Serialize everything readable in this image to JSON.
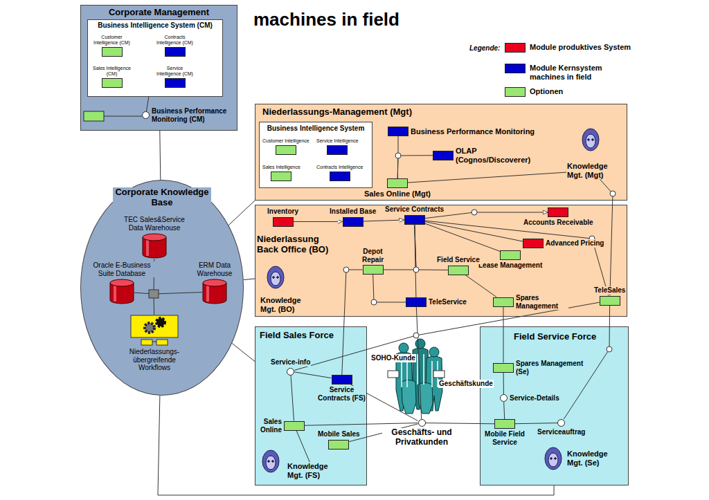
{
  "diagram": {
    "title": "machines in field",
    "nodes": [
      {
        "text": [
          "Corporate Management"
        ]
      },
      {
        "text": [
          "Business Intelligence System (CM)"
        ],
        "in": 0
      },
      {
        "text": [
          "Customer Intelligence (CM)"
        ],
        "in": 1
      },
      {
        "text": [
          "Contracts Intelligence (CM)"
        ],
        "in": 1
      },
      {
        "text": [
          "Sales Intelligence (CM)"
        ],
        "in": 1
      },
      {
        "text": [
          "Service Intelligence (CM)"
        ],
        "in": 1
      },
      {
        "text": [
          "Business Performance Monitoring (CM)"
        ],
        "in": 0
      },
      {
        "text": [
          "Niederlassungs-Management (Mgt)"
        ]
      },
      {
        "text": [
          "Business Intelligence System"
        ],
        "in": 7
      },
      {
        "text": [
          "Customer Intelligence"
        ],
        "in": 8
      },
      {
        "text": [
          "Service Intelligence"
        ],
        "in": 8
      },
      {
        "text": [
          "Sales Intelligence"
        ],
        "in": 8
      },
      {
        "text": [
          "Contracts Intelligence"
        ],
        "in": 8
      },
      {
        "text": [
          "Business Performance Monitoring"
        ],
        "in": 7
      },
      {
        "text": [
          "OLAP (Cognos/Discoverer)"
        ],
        "in": 7
      },
      {
        "text": [
          "Sales Online (Mgt)"
        ],
        "in": 7
      },
      {
        "text": [
          "Knowledge Mgt. (Mgt)"
        ],
        "in": 7
      },
      {
        "text": [
          "Niederlassung Back Office (BO)"
        ]
      },
      {
        "text": [
          "Inventory"
        ],
        "in": 17
      },
      {
        "text": [
          "Installed Base"
        ],
        "in": 17
      },
      {
        "text": [
          "Service Contracts"
        ],
        "in": 17
      },
      {
        "text": [
          "Accounts Receivable"
        ],
        "in": 17
      },
      {
        "text": [
          "Advanced Pricing"
        ],
        "in": 17
      },
      {
        "text": [
          "Lease Management"
        ],
        "in": 17
      },
      {
        "text": [
          "Depot Repair"
        ],
        "in": 17
      },
      {
        "text": [
          "Field Service"
        ],
        "in": 17
      },
      {
        "text": [
          "Spares Management"
        ],
        "in": 17
      },
      {
        "text": [
          "TeleService"
        ],
        "in": 17
      },
      {
        "text": [
          "TeleSales"
        ],
        "in": 17
      },
      {
        "text": [
          "Knowledge Mgt. (BO)"
        ],
        "in": 17
      },
      {
        "text": [
          "Corporate Knowledge Base"
        ]
      },
      {
        "text": [
          "TEC Sales&Service Data Warehouse"
        ],
        "in": 30
      },
      {
        "text": [
          "Oracle E-Business Suite Database"
        ],
        "in": 30
      },
      {
        "text": [
          "ERM Data Warehouse"
        ],
        "in": 30
      },
      {
        "text": [
          "Niederlassungs- übergreifende Workflows"
        ],
        "in": 30
      },
      {
        "text": [
          "Field Sales Force"
        ]
      },
      {
        "text": [
          "Service-info"
        ],
        "in": 35
      },
      {
        "text": [
          "Service Contracts (FS)"
        ],
        "in": 35
      },
      {
        "text": [
          "Sales Online"
        ],
        "in": 35
      },
      {
        "text": [
          "Mobile Sales"
        ],
        "in": 35
      },
      {
        "text": [
          "Knowledge Mgt. (FS)"
        ],
        "in": 35
      },
      {
        "text": [
          "Field Service Force"
        ]
      },
      {
        "text": [
          "Spares Management (Se)"
        ],
        "in": 41
      },
      {
        "text": [
          "Service-Details"
        ],
        "in": 41
      },
      {
        "text": [
          "Mobile Field Service"
        ],
        "in": 41
      },
      {
        "text": [
          "Serviceauftrag"
        ],
        "in": 41
      },
      {
        "text": [
          "Knowledge Mgt. (Se)"
        ],
        "in": 41
      },
      {
        "text": [
          "Geschäfts- und Privatkunden"
        ]
      }
    ],
    "edges": [
      {
        "from": 0,
        "to": 30,
        "arrow": "none"
      },
      {
        "from": 1,
        "to": 6,
        "arrow": "none"
      },
      {
        "from": 30,
        "to": 7,
        "arrow": "none"
      },
      {
        "from": 30,
        "to": 17,
        "arrow": "none"
      },
      {
        "from": 30,
        "to": 35,
        "arrow": "none"
      },
      {
        "from": 30,
        "to": 41,
        "arrow": "none"
      },
      {
        "from": 13,
        "to": 15,
        "arrow": "none"
      },
      {
        "from": 14,
        "to": 15,
        "arrow": "none"
      },
      {
        "from": 15,
        "to": 16,
        "arrow": "none"
      },
      {
        "from": 16,
        "to": 28,
        "arrow": "none"
      },
      {
        "from": 18,
        "to": 19,
        "arrow": "to"
      },
      {
        "from": 19,
        "to": 20,
        "arrow": "to"
      },
      {
        "from": 20,
        "to": 21,
        "arrow": "to"
      },
      {
        "from": 20,
        "to": 22,
        "arrow": "none"
      },
      {
        "from": 20,
        "to": 23,
        "arrow": "none"
      },
      {
        "from": 20,
        "to": 28,
        "arrow": "none"
      },
      {
        "from": 20,
        "to": 24,
        "arrow": "none"
      },
      {
        "from": 20,
        "to": 25,
        "arrow": "none"
      },
      {
        "from": 20,
        "to": 27,
        "arrow": "none"
      },
      {
        "from": 24,
        "to": 27,
        "arrow": "none"
      },
      {
        "from": 25,
        "to": 26,
        "arrow": "none"
      },
      {
        "from": 26,
        "to": 42,
        "arrow": "none"
      },
      {
        "from": 27,
        "to": 47,
        "arrow": "none"
      },
      {
        "from": 24,
        "to": 37,
        "arrow": "none"
      },
      {
        "from": 36,
        "to": 37,
        "arrow": "none"
      },
      {
        "from": 36,
        "to": 38,
        "arrow": "none"
      },
      {
        "from": 38,
        "to": 40,
        "arrow": "none"
      },
      {
        "from": 38,
        "to": 47,
        "arrow": "none"
      },
      {
        "from": 39,
        "to": 47,
        "arrow": "none"
      },
      {
        "from": 37,
        "to": 47,
        "arrow": "none"
      },
      {
        "from": 36,
        "to": 28,
        "arrow": "none"
      },
      {
        "from": 44,
        "to": 47,
        "arrow": "none"
      },
      {
        "from": 42,
        "to": 43,
        "arrow": "none"
      },
      {
        "from": 43,
        "to": 44,
        "arrow": "none"
      },
      {
        "from": 44,
        "to": 45,
        "arrow": "none"
      },
      {
        "from": 45,
        "to": 28,
        "arrow": "none"
      },
      {
        "from": 32,
        "to": 33,
        "arrow": "none"
      },
      {
        "from": 31,
        "to": 34,
        "arrow": "none"
      }
    ],
    "labels": [
      "Legende:",
      "SOHO-Kunde",
      "Geschäftskunde"
    ],
    "legend": [
      {
        "text": "Module produktives System",
        "color": "#e8001c"
      },
      {
        "text": "Module Kernsystem machines in field",
        "color": "#0000cc"
      },
      {
        "text": "Optionen",
        "color": "#99e673"
      }
    ]
  }
}
